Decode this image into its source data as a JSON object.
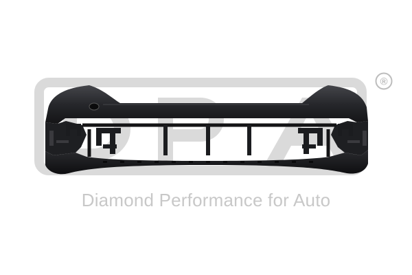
{
  "watermark": {
    "logo_letters": "DPA",
    "tagline": "Diamond Performance for Auto",
    "registered_symbol": "®",
    "color": "#d9d9d9",
    "tagline_color": "#c8c8c8"
  },
  "product": {
    "icon": "front-bumper-cover",
    "color": "#1a1a1c",
    "highlight_color": "#3a3b3f"
  },
  "background_color": "#ffffff"
}
